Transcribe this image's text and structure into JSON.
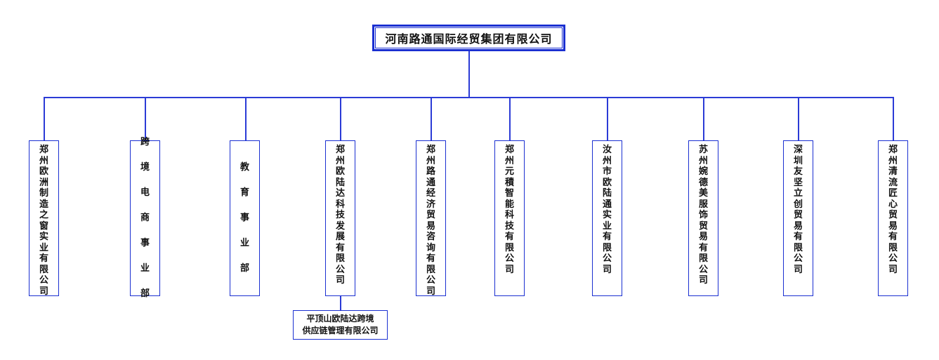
{
  "root": "河南路通国际经贸集团有限公司",
  "children": [
    "郑州欧洲制造之窗实业有限公司",
    "跨境电商事业部",
    "教育事业部",
    "郑州欧陆达科技发展有限公司",
    "郑州路通经济贸易咨询有限公司",
    "郑州元積智能科技有限公司",
    "汝州市欧陆通实业有限公司",
    "苏州婉德美服饰贸易有限公司",
    "深圳友坚立创贸易有限公司",
    "郑州清流匠心贸易有限公司"
  ],
  "subsidiary": {
    "parent": "郑州欧陆达科技发展有限公司",
    "line1": "平顶山欧陆达跨境",
    "line2": "供应链管理有限公司"
  },
  "colors": {
    "border": "#1a2fd1",
    "connector": "#2b3bd6"
  }
}
